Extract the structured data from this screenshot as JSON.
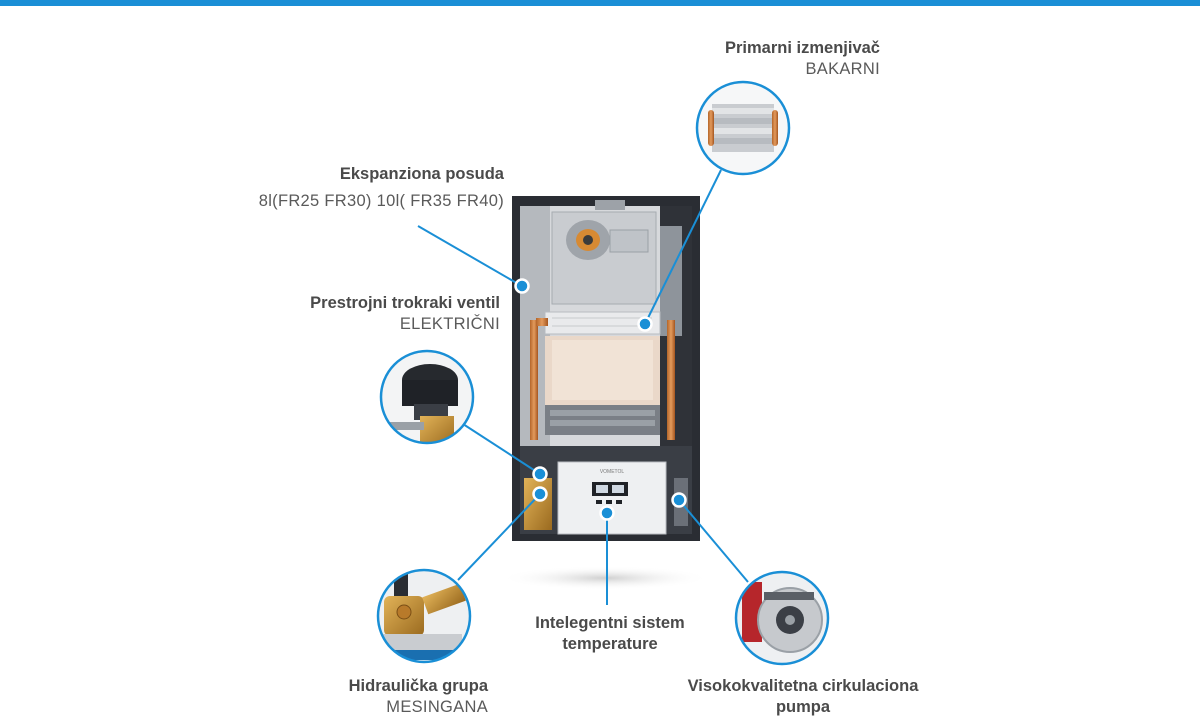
{
  "colors": {
    "accent": "#1a8fd6",
    "text": "#4a4a4a"
  },
  "boiler": {
    "brand": "VOMETOL"
  },
  "callouts": {
    "primary_exchanger": {
      "title": "Primarni izmenjivač",
      "subtitle": "BAKARNI",
      "icon": "heat-exchanger-icon"
    },
    "expansion_vessel": {
      "title": "Ekspanziona posuda",
      "subtitle": "8l(FR25 FR30) 10l( FR35 FR40)"
    },
    "three_way_valve": {
      "title": "Prestrojni trokraki ventil",
      "subtitle": "ELEKTRIČNI",
      "icon": "valve-actuator-icon"
    },
    "control_system": {
      "title_line1": "Intelegentni sistem",
      "title_line2": "temperature"
    },
    "hydraulic_group": {
      "title": "Hidraulička grupa",
      "subtitle": "MESINGANA",
      "icon": "brass-hydraulic-group-icon"
    },
    "pump": {
      "title_line1": "Visokokvalitetna cirkulaciona",
      "title_line2": "pumpa",
      "icon": "circulation-pump-icon"
    }
  }
}
